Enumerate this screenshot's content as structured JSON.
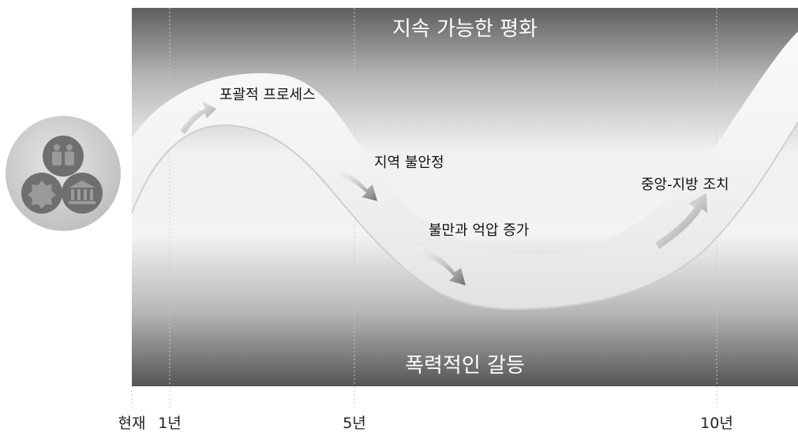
{
  "top_label": "지속 가능한 평화",
  "bottom_label": "폭력적인 갈등",
  "stages": {
    "inclusive_process": "포괄적 프로세스",
    "regional_instability": "지역 불안정",
    "grievance_repression": "불만과 억압 증가",
    "central_local_measures": "중앙-지방 조치"
  },
  "timeline": {
    "now": "현재",
    "year1": "1년",
    "year5": "5년",
    "year10": "10년"
  },
  "colors": {
    "background_dark": "#5a5a5a",
    "background_light": "#f4f4f4",
    "path_fill": "#f8f8f8",
    "arrow": "#8a8a8a",
    "icon_circle": "#6f6f6f",
    "emblem_bg": "#d2d2d2"
  },
  "icons": [
    "people-icon",
    "gear-icon",
    "government-building-icon"
  ]
}
